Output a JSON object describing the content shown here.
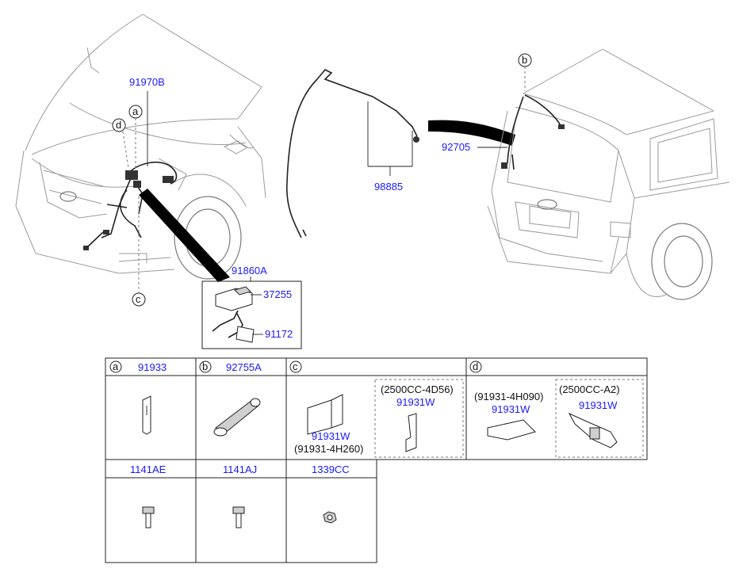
{
  "callouts": {
    "front_harness": "91970B",
    "battery_module": "91860A",
    "module_sensor": "37255",
    "battery_cable": "91172",
    "washer_hose": "98885",
    "tailgate_harness": "92705"
  },
  "circle_labels": {
    "a": "a",
    "b": "b",
    "c": "c",
    "d": "d"
  },
  "table": {
    "row1": {
      "a": {
        "letter": "a",
        "part": "91933"
      },
      "b": {
        "letter": "b",
        "part": "92755A"
      },
      "c": {
        "letter": "c",
        "left": {
          "part": "91931W",
          "alt": "(91931-4H260)"
        },
        "right": {
          "variant": "(2500CC-4D56)",
          "part": "91931W"
        }
      },
      "d": {
        "letter": "d",
        "left": {
          "alt": "(91931-4H090)",
          "part": "91931W"
        },
        "right": {
          "variant": "(2500CC-A2)",
          "part": "91931W"
        }
      }
    },
    "row2": {
      "cells": [
        {
          "part": "1141AE"
        },
        {
          "part": "1141AJ"
        },
        {
          "part": "1339CC"
        }
      ]
    }
  }
}
